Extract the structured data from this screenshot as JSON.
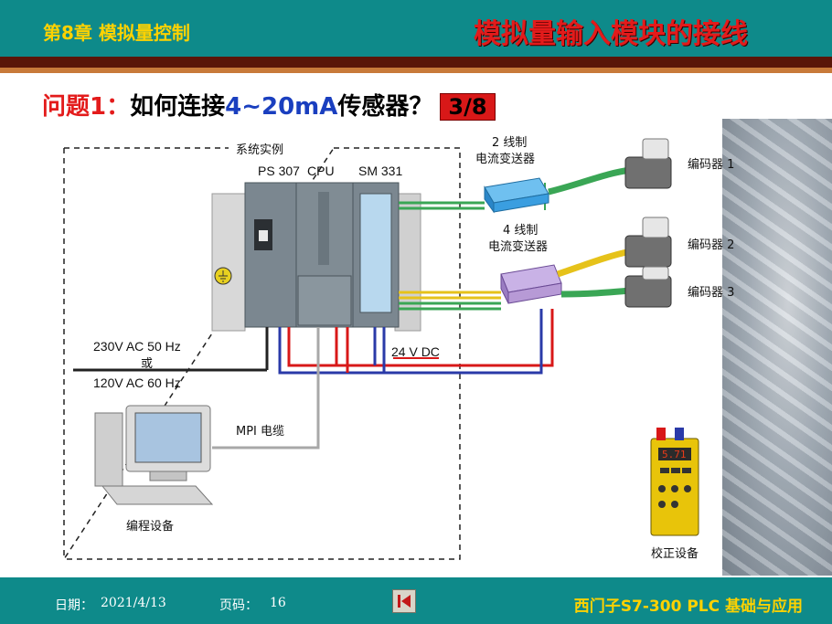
{
  "header": {
    "chapter": "第8章  模拟量控制",
    "title": "模拟量输入模块的接线"
  },
  "question": {
    "prefix": "问题1：",
    "text": "如何连接",
    "highlight": "4~20mA",
    "suffix": "传感器？",
    "page": "3/8"
  },
  "diagram": {
    "system_label": "系统实例",
    "modules": [
      "PS 307",
      "CPU",
      "SM 331"
    ],
    "transmitter_2wire": [
      "2 线制",
      "电流变送器"
    ],
    "transmitter_4wire": [
      "4 线制",
      "电流变送器"
    ],
    "encoders": [
      "编码器 1",
      "编码器 2",
      "编码器 3"
    ],
    "power_lines": [
      "230V AC 50 Hz",
      "或",
      "120V AC 60 Hz"
    ],
    "dc_label": "24 V DC",
    "mpi_label": "MPI 电缆",
    "programmer_label": "编程设备",
    "calibrator_label": "校正设备",
    "calibrator_display": "5.71",
    "colors": {
      "wire_green": "#3aa655",
      "wire_yellow": "#e6c21a",
      "wire_red": "#d81818",
      "wire_blue": "#2a3aa8",
      "transmitter_2wire": "#3a9ee0",
      "transmitter_4wire": "#b79ad6",
      "calibrator": "#e8c40a"
    }
  },
  "footer": {
    "date_label": "日期：",
    "date": "2021/4/13",
    "page_label": "页码：",
    "page": "16",
    "nav_icon": "first-page-icon",
    "course": "西门子S7-300 PLC 基础与应用"
  }
}
